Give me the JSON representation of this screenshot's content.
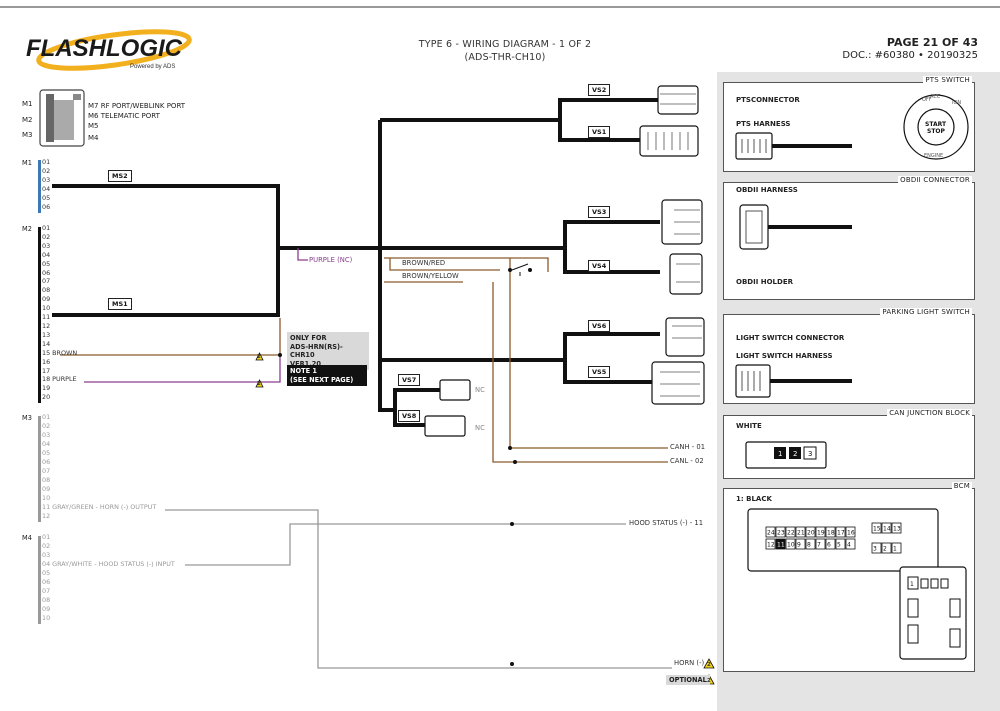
{
  "header": {
    "brand": "FLASHLOGIC",
    "brand_sub": "Powered by ADS",
    "title_line1": "TYPE 6 - WIRING DIAGRAM - 1 OF 2",
    "title_line2": "(ADS-THR-CH10)",
    "page": "PAGE 21 OF 43",
    "doc": "DOC.: #60380 • 20190325"
  },
  "module": {
    "ports_left": [
      "M1",
      "M2",
      "M3"
    ],
    "ports_right": [
      "M7 RF PORT/WEBLINK PORT",
      "M6 TELEMATIC PORT",
      "M5",
      "M4"
    ]
  },
  "m1": {
    "label": "M1",
    "pins": [
      "01",
      "02",
      "03",
      "04",
      "05",
      "06"
    ]
  },
  "m2": {
    "label": "M2",
    "pins": [
      "01",
      "02",
      "03",
      "04",
      "05",
      "06",
      "07",
      "08",
      "09",
      "10",
      "11",
      "12",
      "13",
      "14",
      "15 BROWN",
      "16",
      "17",
      "18 PURPLE",
      "19",
      "20"
    ]
  },
  "m3": {
    "label": "M3",
    "pins": [
      "01",
      "02",
      "03",
      "04",
      "05",
      "06",
      "07",
      "08",
      "09",
      "10",
      "11 GRAY/GREEN - HORN (-) OUTPUT",
      "12"
    ]
  },
  "m4": {
    "label": "M4",
    "pins": [
      "01",
      "02",
      "03",
      "04 GRAY/WHITE - HOOD STATUS (-) INPUT",
      "05",
      "06",
      "07",
      "08",
      "09",
      "10"
    ]
  },
  "connectors": {
    "ms2": "MS2",
    "ms1": "MS1",
    "vs2": "VS2",
    "vs1": "VS1",
    "vs3": "VS3",
    "vs4": "VS4",
    "vs6": "VS6",
    "vs5": "VS5",
    "vs7": "VS7",
    "vs8": "VS8"
  },
  "wires": {
    "purple_nc": "PURPLE (NC)",
    "brown_red": "BROWN/RED",
    "brown_yellow": "BROWN/YELLOW",
    "nc1": "NC",
    "nc2": "NC",
    "canh": "CANH - 01",
    "canl": "CANL - 02",
    "hood_status": "HOOD STATUS (-) - 11",
    "horn": "HORN (-)"
  },
  "notes": {
    "only_for_1": "ONLY FOR",
    "only_for_2": "ADS-HRN(RS)-CHR10",
    "only_for_3": "VER1.20",
    "note1_1": "NOTE 1",
    "note1_2": "(SEE NEXT PAGE)",
    "warning_num": "2",
    "optional": "OPTIONAL"
  },
  "side": {
    "pts": {
      "title": "PTS SWITCH",
      "connector": "PTSCONNECTOR",
      "harness": "PTS HARNESS",
      "acc": "ACC",
      "off": "OFF",
      "ign": "IGN",
      "start": "START",
      "stop": "STOP",
      "engine": "ENGINE"
    },
    "obd": {
      "title": "OBDII CONNECTOR",
      "harness": "OBDII HARNESS",
      "holder": "OBDII HOLDER"
    },
    "park": {
      "title": "PARKING LIGHT SWITCH",
      "connector": "LIGHT SWITCH CONNECTOR",
      "harness": "LIGHT SWITCH HARNESS"
    },
    "can": {
      "title": "CAN JUNCTION BLOCK",
      "color": "WHITE",
      "pins": [
        "1",
        "2",
        "3"
      ]
    },
    "bcm": {
      "title": "BCM",
      "color": "1: BLACK",
      "row1": [
        "24",
        "23",
        "22",
        "21",
        "20",
        "19",
        "18",
        "17",
        "16"
      ],
      "row1b": [
        "15",
        "14",
        "13"
      ],
      "row2": [
        "12",
        "11",
        "10",
        "9",
        "8",
        "7",
        "6",
        "5",
        "4"
      ],
      "row2b": [
        "3",
        "2",
        "1"
      ],
      "small_pin": "1"
    }
  },
  "colors": {
    "wire": "#111111",
    "purple": "#8a3d8f",
    "brown": "#8b5a2b",
    "grey_wire": "#999999",
    "m1_bar": "#3b78b5",
    "warning": "#f2d21a"
  }
}
